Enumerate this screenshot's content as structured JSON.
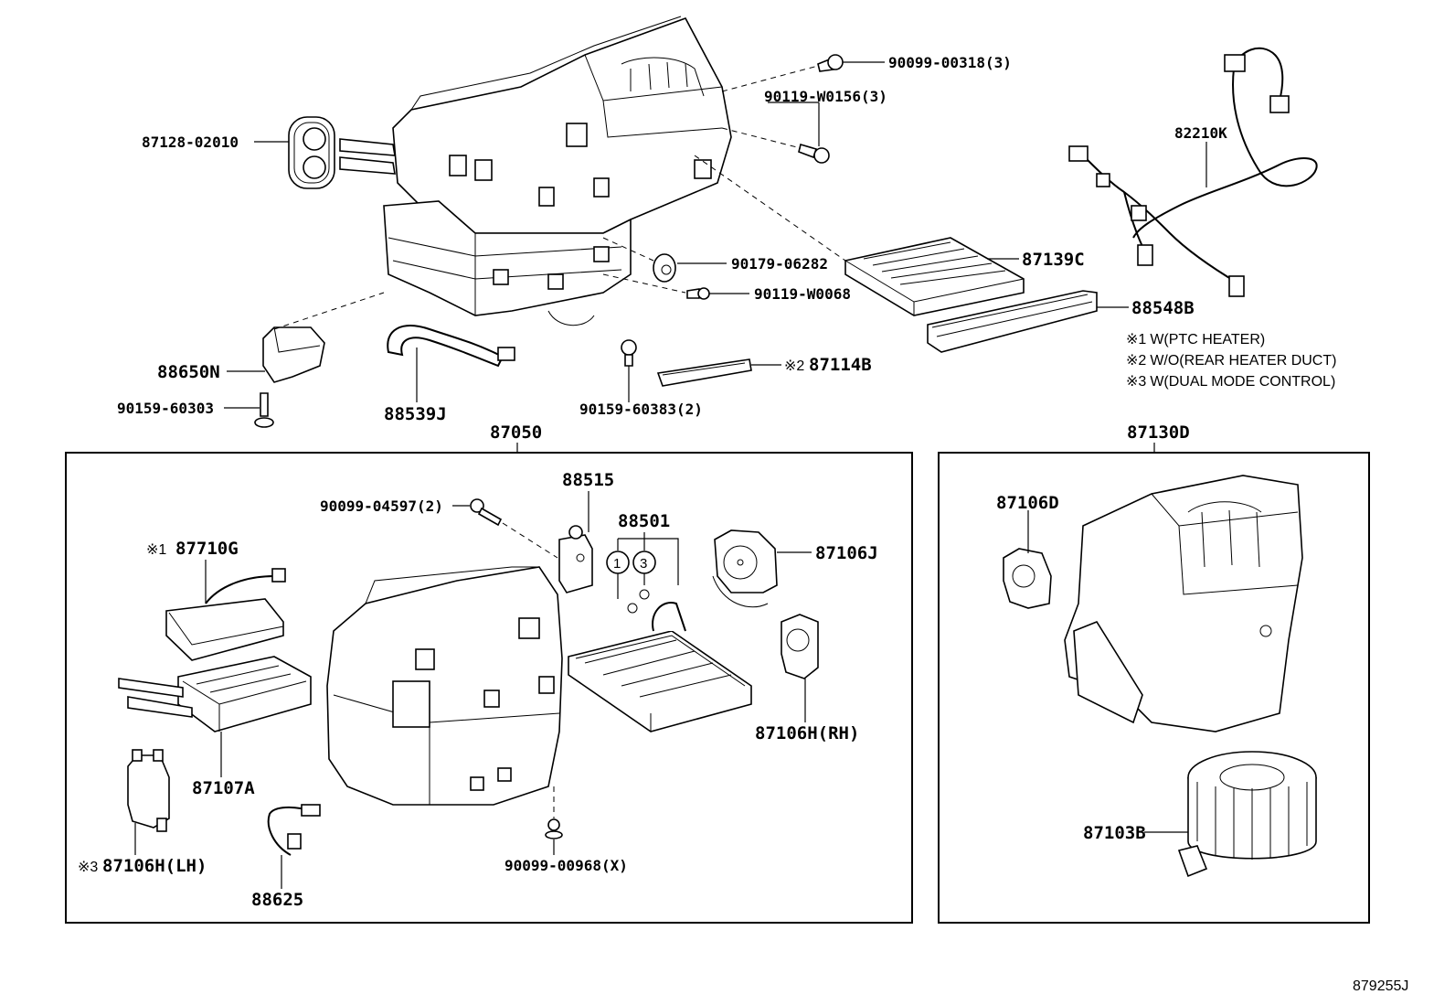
{
  "diagram": {
    "type": "exploded-parts-diagram",
    "subject": "Heater / A/C unit assembly",
    "reference_code": "879255J",
    "notes": [
      {
        "mark": "※1",
        "text": "W(PTC HEATER)"
      },
      {
        "mark": "※2",
        "text": "W/O(REAR HEATER DUCT)"
      },
      {
        "mark": "※3",
        "text": "W(DUAL MODE CONTROL)"
      }
    ],
    "groups": [
      {
        "id": "87050",
        "label": "87050"
      },
      {
        "id": "87130D",
        "label": "87130D"
      }
    ],
    "callouts": {
      "p_87128_02010": "87128-02010",
      "p_90099_00318": "90099-00318(3)",
      "p_90119_W0156": "90119-W0156(3)",
      "p_82210K": "82210K",
      "p_90179_06282": "90179-06282",
      "p_87139C": "87139C",
      "p_90119_W0068": "90119-W0068",
      "p_88548B": "88548B",
      "p_88650N": "88650N",
      "p_90159_60303": "90159-60303",
      "p_88539J": "88539J",
      "p_90159_60383": "90159-60383(2)",
      "p_87114B_mark": "※2",
      "p_87114B": "87114B",
      "p_90099_04597": "90099-04597(2)",
      "p_88515": "88515",
      "p_88501": "88501",
      "p_87710G_mark": "※1",
      "p_87710G": "87710G",
      "p_87106J": "87106J",
      "p_87106H_RH": "87106H(RH)",
      "p_87107A": "87107A",
      "p_87106H_LH_mark": "※3",
      "p_87106H_LH": "87106H(LH)",
      "p_88625": "88625",
      "p_90099_00968": "90099-00968(X)",
      "p_87106D": "87106D",
      "p_87103B": "87103B",
      "circle_1": "1",
      "circle_3": "3"
    }
  }
}
